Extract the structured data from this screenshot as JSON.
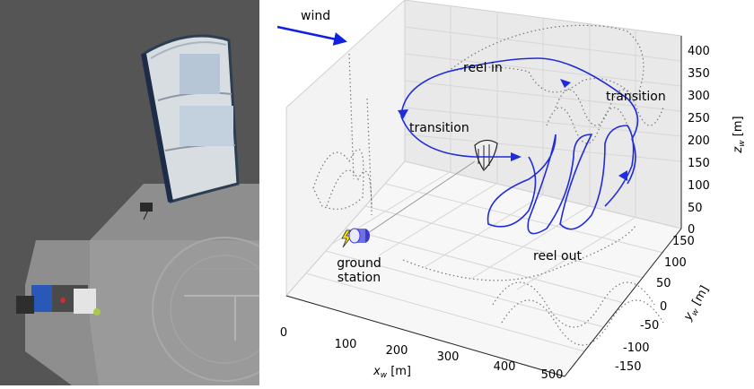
{
  "wind": {
    "label": "wind"
  },
  "ground_station": {
    "line1": "ground",
    "line2": "station"
  },
  "annotations": {
    "reel_in": "reel in",
    "transition_left": "transition",
    "transition_right": "transition",
    "reel_out": "reel out"
  },
  "axes": {
    "x_label": "x",
    "x_sub": "w",
    "x_unit": " [m]",
    "y_label": "y",
    "y_sub": "w",
    "y_unit": " [m]",
    "z_label": "z",
    "z_sub": "w",
    "z_unit": " [m]",
    "x_ticks": [
      "0",
      "100",
      "200",
      "300",
      "400",
      "500"
    ],
    "y_ticks": [
      "150",
      "100",
      "50",
      "0",
      "-50",
      "-100",
      "-150"
    ],
    "z_ticks": [
      "0",
      "50",
      "100",
      "150",
      "200",
      "250",
      "300",
      "350",
      "400"
    ]
  },
  "colors": {
    "trajectory": "#1f2bdc",
    "projection": "#777777",
    "wind_arrow": "#1020e0",
    "lightning": "#f5e000",
    "station": "#3a3ad0"
  }
}
